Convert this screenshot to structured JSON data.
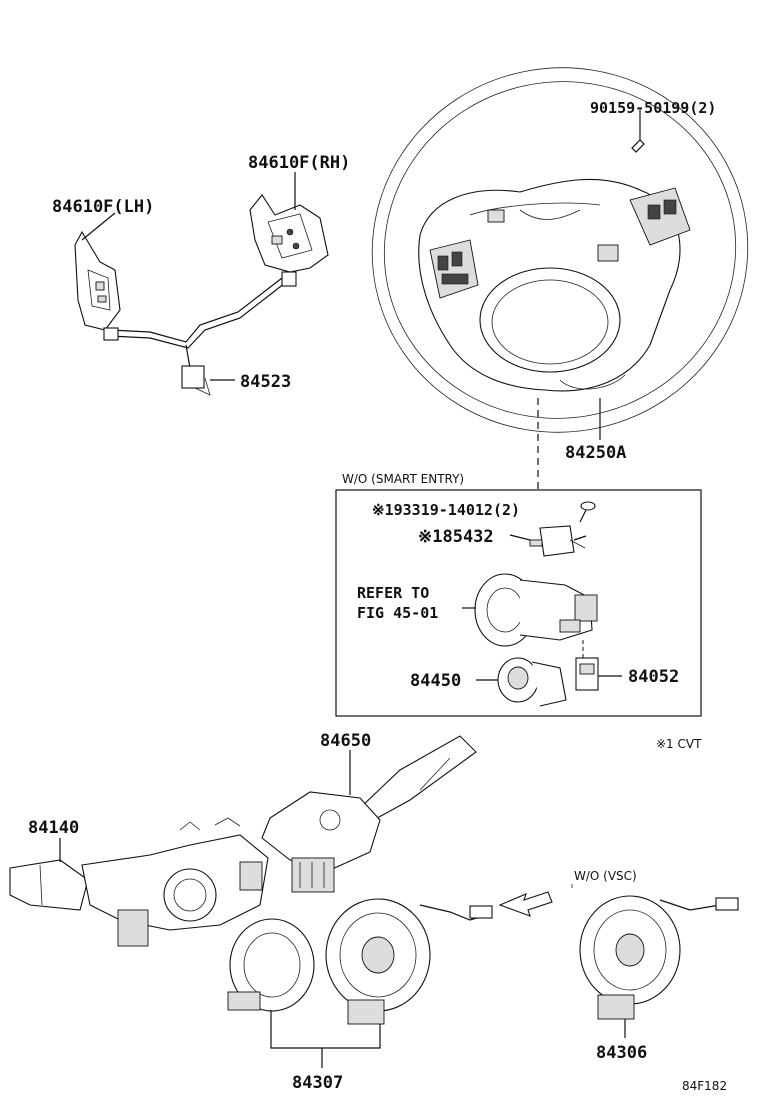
{
  "labels": {
    "p84610f_rh": "84610F(RH)",
    "p84610f_lh": "84610F(LH)",
    "p84523": "84523",
    "p90159": "90159-50199(2)",
    "p84250a": "84250A",
    "box_title": "W/O (SMART ENTRY)",
    "p93319": "※193319-14012(2)",
    "p85432": "※185432",
    "refer1": "REFER TO",
    "refer2": "FIG 45-01",
    "p84450": "84450",
    "p84052": "84052",
    "note_cvt": "※1 CVT",
    "p84650": "84650",
    "p84140": "84140",
    "vsc_title": "W/O (VSC)",
    "p84306": "84306",
    "p84307": "84307",
    "fig_code": "84F182"
  }
}
